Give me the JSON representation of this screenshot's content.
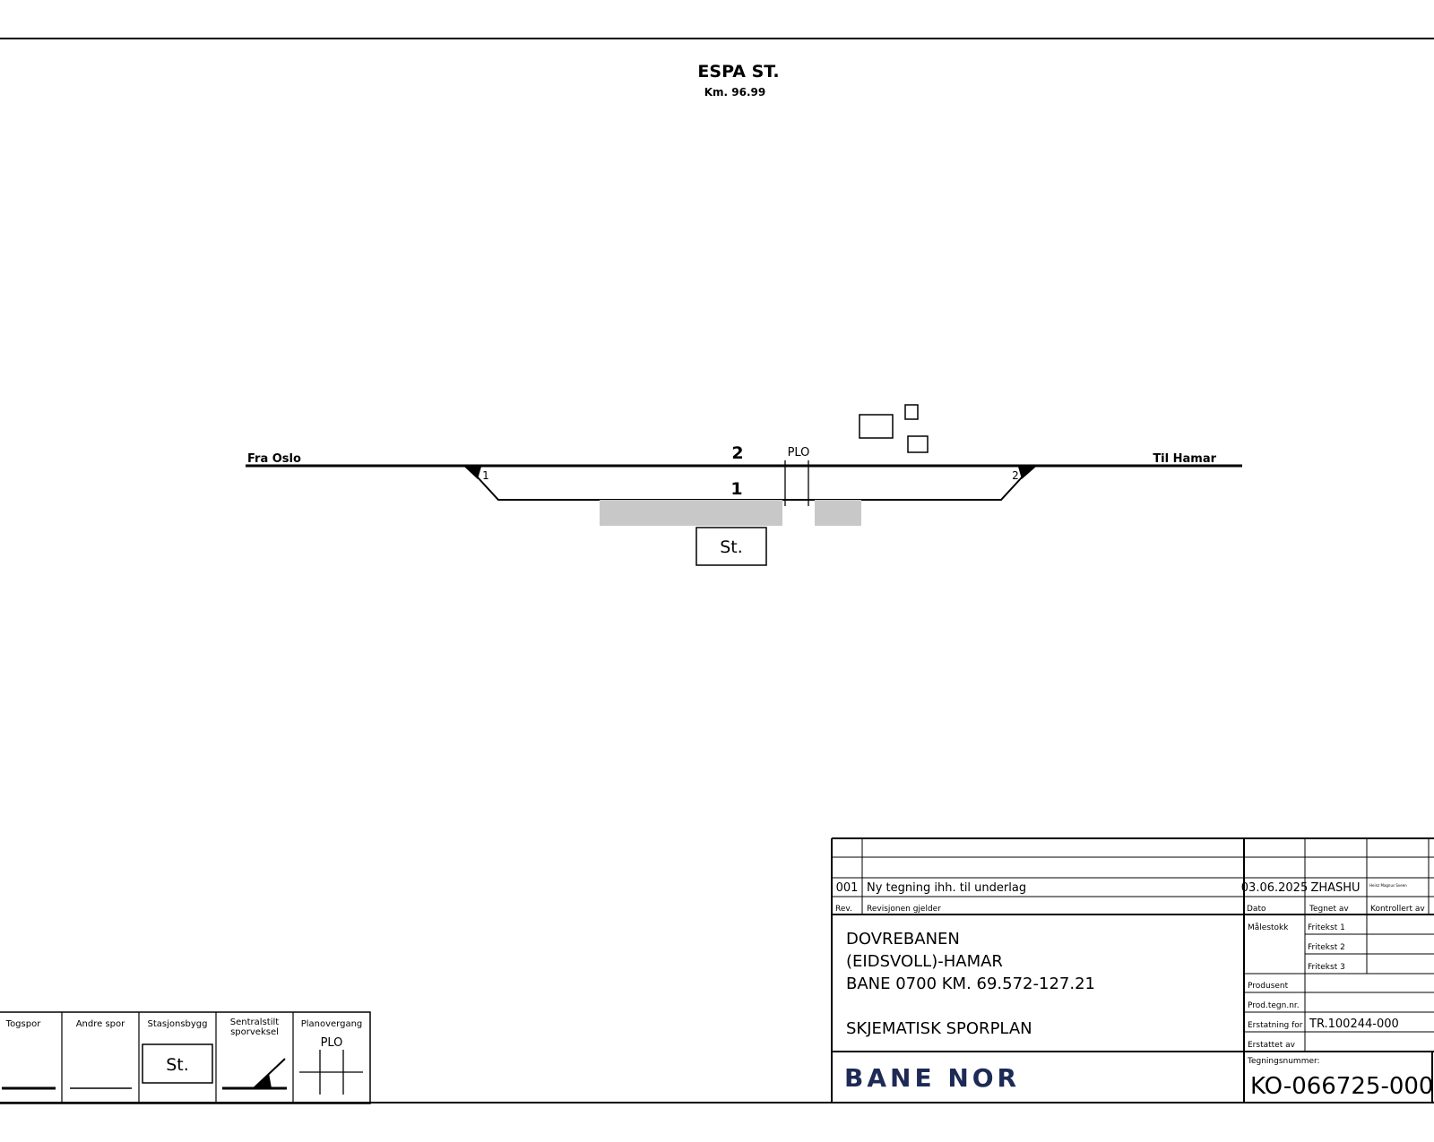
{
  "header": {
    "station_title": "ESPA ST.",
    "station_km": "Km. 96.99"
  },
  "diagram": {
    "from_label": "Fra Oslo",
    "to_label": "Til Hamar",
    "track_main": "2",
    "track_side": "1",
    "crossing_label": "PLO",
    "switch_left": "1",
    "switch_right": "2",
    "station_label": "St."
  },
  "legend": {
    "items": [
      {
        "label": "Togspor"
      },
      {
        "label": "Andre spor"
      },
      {
        "label": "Stasjonsbygg",
        "symbol_text": "St."
      },
      {
        "label": "Sentralstilt sporveksel"
      },
      {
        "label": "Planovergang",
        "symbol_text": "PLO"
      }
    ]
  },
  "titleblock": {
    "rev_no": "001",
    "rev_text": "Ny tegning ihh. til underlag",
    "rev_date": "03.06.2025",
    "rev_drawn": "ZHASHU",
    "rev_checked_sig": "Heinz Magnus Sveen",
    "col_rev": "Rev.",
    "col_revtext": "Revisjonen gjelder",
    "col_date": "Dato",
    "col_drawn": "Tegnet av",
    "col_checked": "Kontrollert av",
    "line1": "DOVREBANEN",
    "line2": "(EIDSVOLL)-HAMAR",
    "line3": "BANE 0700 KM. 69.572-127.21",
    "line4": "SKJEMATISK SPORPLAN",
    "malestokk": "Målestokk",
    "fritekst1": "Fritekst 1",
    "fritekst2": "Fritekst 2",
    "fritekst3": "Fritekst 3",
    "produsent": "Produsent",
    "prodtegn": "Prod.tegn.nr.",
    "erstatning_label": "Erstatning for",
    "erstatning_value": "TR.100244-000",
    "erstattet_label": "Erstattet av",
    "tegnnr_label": "Tegningsnummer:",
    "tegnnr_value": "KO-066725-000",
    "logo": "BANE NOR",
    "logo_color": "#1d2a55"
  }
}
